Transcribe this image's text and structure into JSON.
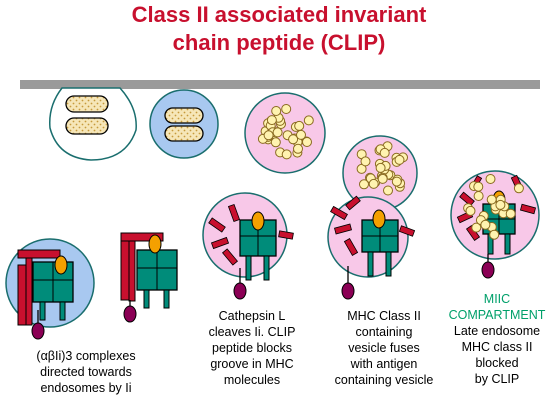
{
  "title": {
    "line1": "Class II associated invariant",
    "line2": "chain peptide (CLIP)"
  },
  "colors": {
    "title": "#c8102e",
    "compartment_label": "#00a06a",
    "mhc": "#008c7a",
    "invariant_chain": "#c8102e",
    "clip_peptide": "#f4a000",
    "antigen": "#fff3b0",
    "endosome": "#f8c8e8",
    "early_vesicle": "#a8c8f0"
  },
  "captions": {
    "step1": {
      "line1": "(αβIi)3 complexes",
      "line2": "directed towards",
      "line3": "endosomes by Ii"
    },
    "step2": {
      "line1": "Cathepsin L",
      "line2": "cleaves Ii. CLIP",
      "line3": "peptide blocks",
      "line4": "groove in MHC",
      "line5": "molecules"
    },
    "step3": {
      "line1": "MHC Class II",
      "line2": "containing",
      "line3": "vesicle fuses",
      "line4": "with antigen",
      "line5": "containing vesicle"
    },
    "step4": {
      "label1": "MIIC",
      "label2": "COMPARTMENT",
      "line1": "Late endosome",
      "line2": "MHC class II",
      "line3": "blocked",
      "line4": "by CLIP"
    }
  }
}
